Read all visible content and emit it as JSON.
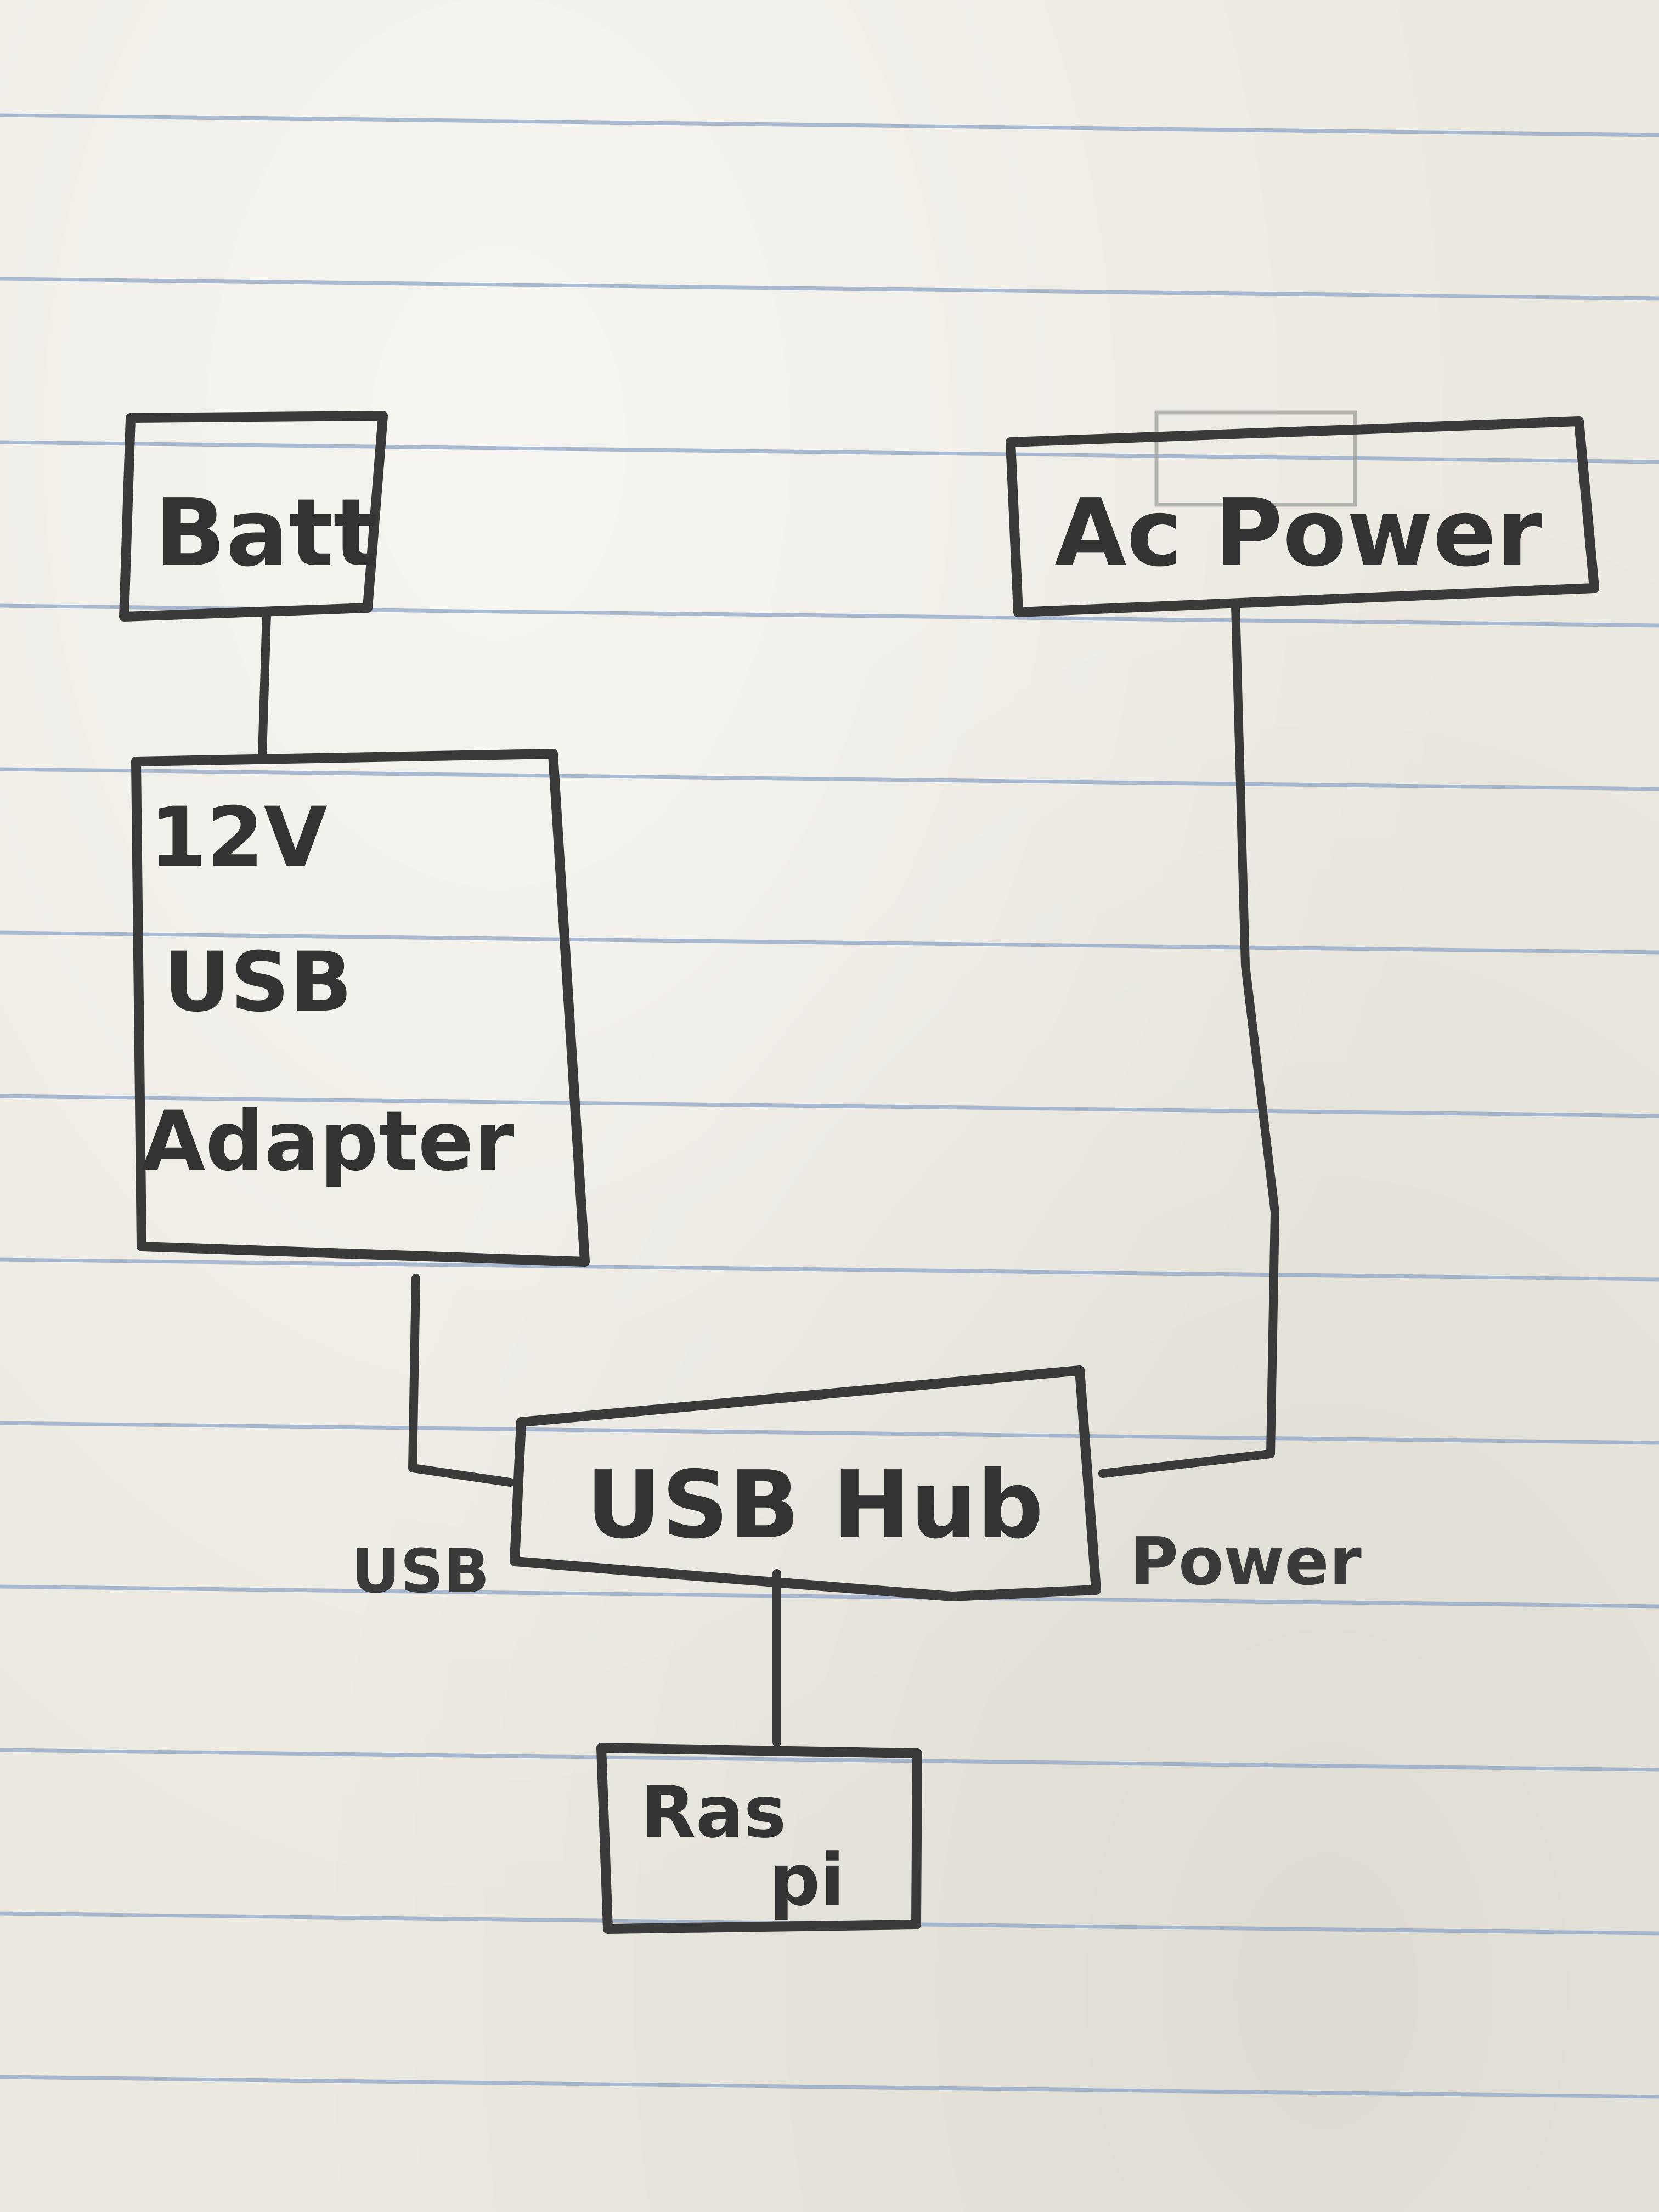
{
  "nodes": {
    "batt": "Batt",
    "ac_power": "Ac Power",
    "adapter_line1": "12V",
    "adapter_line2": "USB",
    "adapter_line3": "Adapter",
    "usb_hub": "USB Hub",
    "raspi_line1": "Ras",
    "raspi_line2": "pi"
  },
  "edge_labels": {
    "usb": "USB",
    "power": "Power"
  },
  "colors": {
    "paper": "#ece9e0",
    "rule_line": "#8fa6c9",
    "pencil": "#3a3a3a"
  }
}
